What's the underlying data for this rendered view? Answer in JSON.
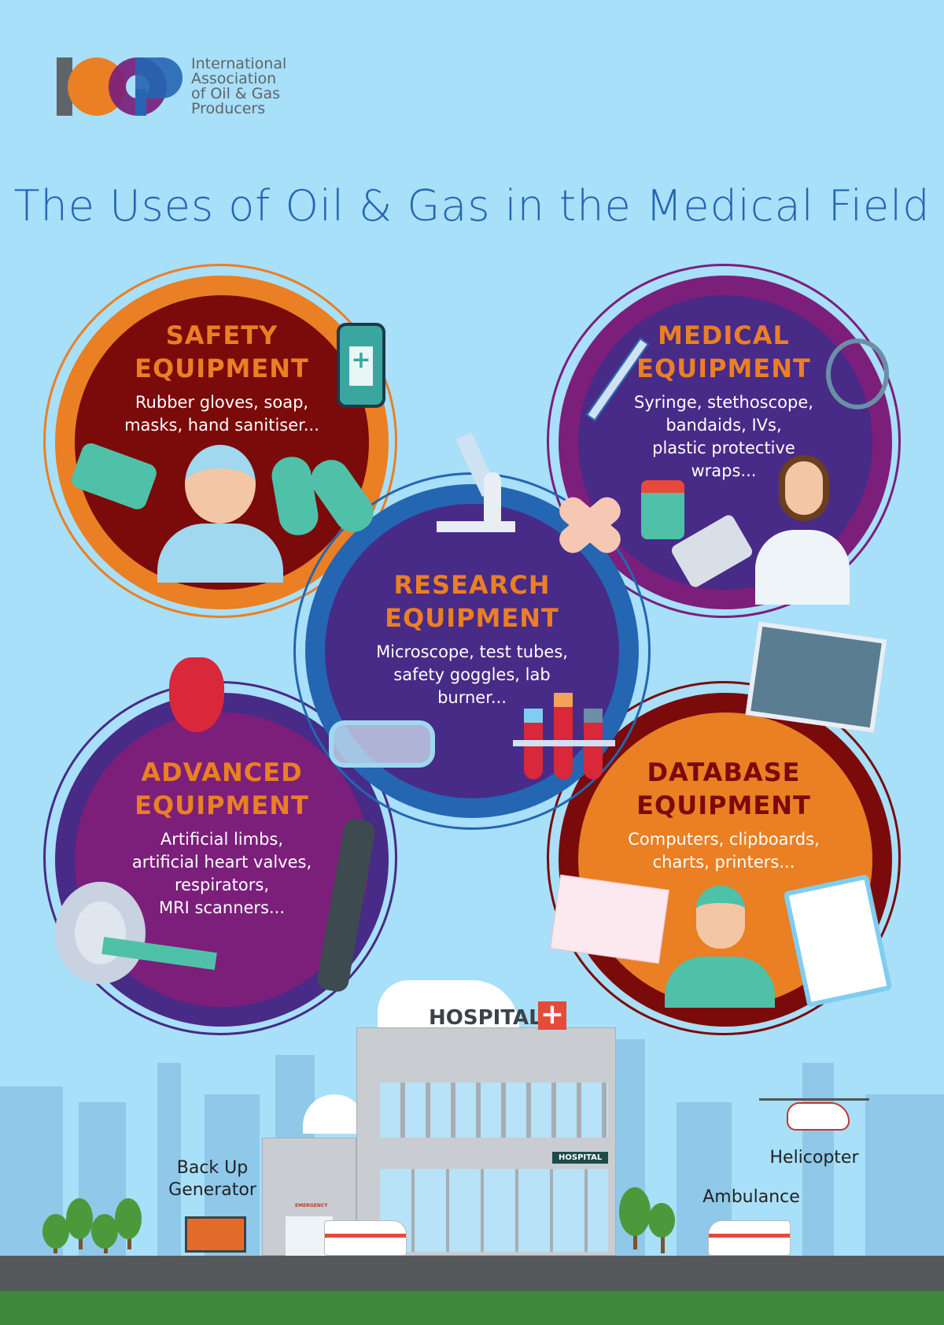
{
  "logo": {
    "mark": "IOGP",
    "text": [
      "International",
      "Association",
      "of Oil & Gas",
      "Producers"
    ]
  },
  "title": "The Uses of Oil & Gas in the Medical Field",
  "sections": [
    {
      "id": "safety",
      "title1": "SAFETY",
      "title2": "EQUIPMENT",
      "desc": [
        "Rubber gloves, soap,",
        "masks, hand sanitiser..."
      ],
      "fill": "#7b0a0a",
      "ring": "#ea7f24",
      "title_color": "#ea7f24"
    },
    {
      "id": "medical",
      "title1": "MEDICAL",
      "title2": "EQUIPMENT",
      "desc": [
        "Syringe, stethoscope,",
        "bandaids, IVs,",
        "plastic protective",
        "wraps..."
      ],
      "fill": "#482a87",
      "ring": "#7b1f7b",
      "title_color": "#ea7f24"
    },
    {
      "id": "research",
      "title1": "RESEARCH",
      "title2": "EQUIPMENT",
      "desc": [
        "Microscope, test tubes,",
        "safety goggles, lab",
        "burner..."
      ],
      "fill": "#482a87",
      "ring": "#2466b2",
      "title_color": "#ea7f24"
    },
    {
      "id": "advanced",
      "title1": "ADVANCED",
      "title2": "EQUIPMENT",
      "desc": [
        "Artificial limbs,",
        "artificial heart valves,",
        "respirators,",
        "MRI scanners..."
      ],
      "fill": "#7b1f7b",
      "ring": "#482a87",
      "title_color": "#ea7f24"
    },
    {
      "id": "database",
      "title1": "DATABASE",
      "title2": "EQUIPMENT",
      "desc": [
        "Computers, clipboards,",
        "charts, printers..."
      ],
      "fill": "#ea7f24",
      "ring": "#7b0a0a",
      "title_color": "#7b0a0a"
    }
  ],
  "scene": {
    "hospital_sign": "HOSPITAL",
    "hospital_small_sign": "HOSPITAL",
    "emergency": "EMERGENCY",
    "generator": [
      "Back Up",
      "Generator"
    ],
    "ambulance": "Ambulance",
    "helicopter": "Helicopter"
  }
}
